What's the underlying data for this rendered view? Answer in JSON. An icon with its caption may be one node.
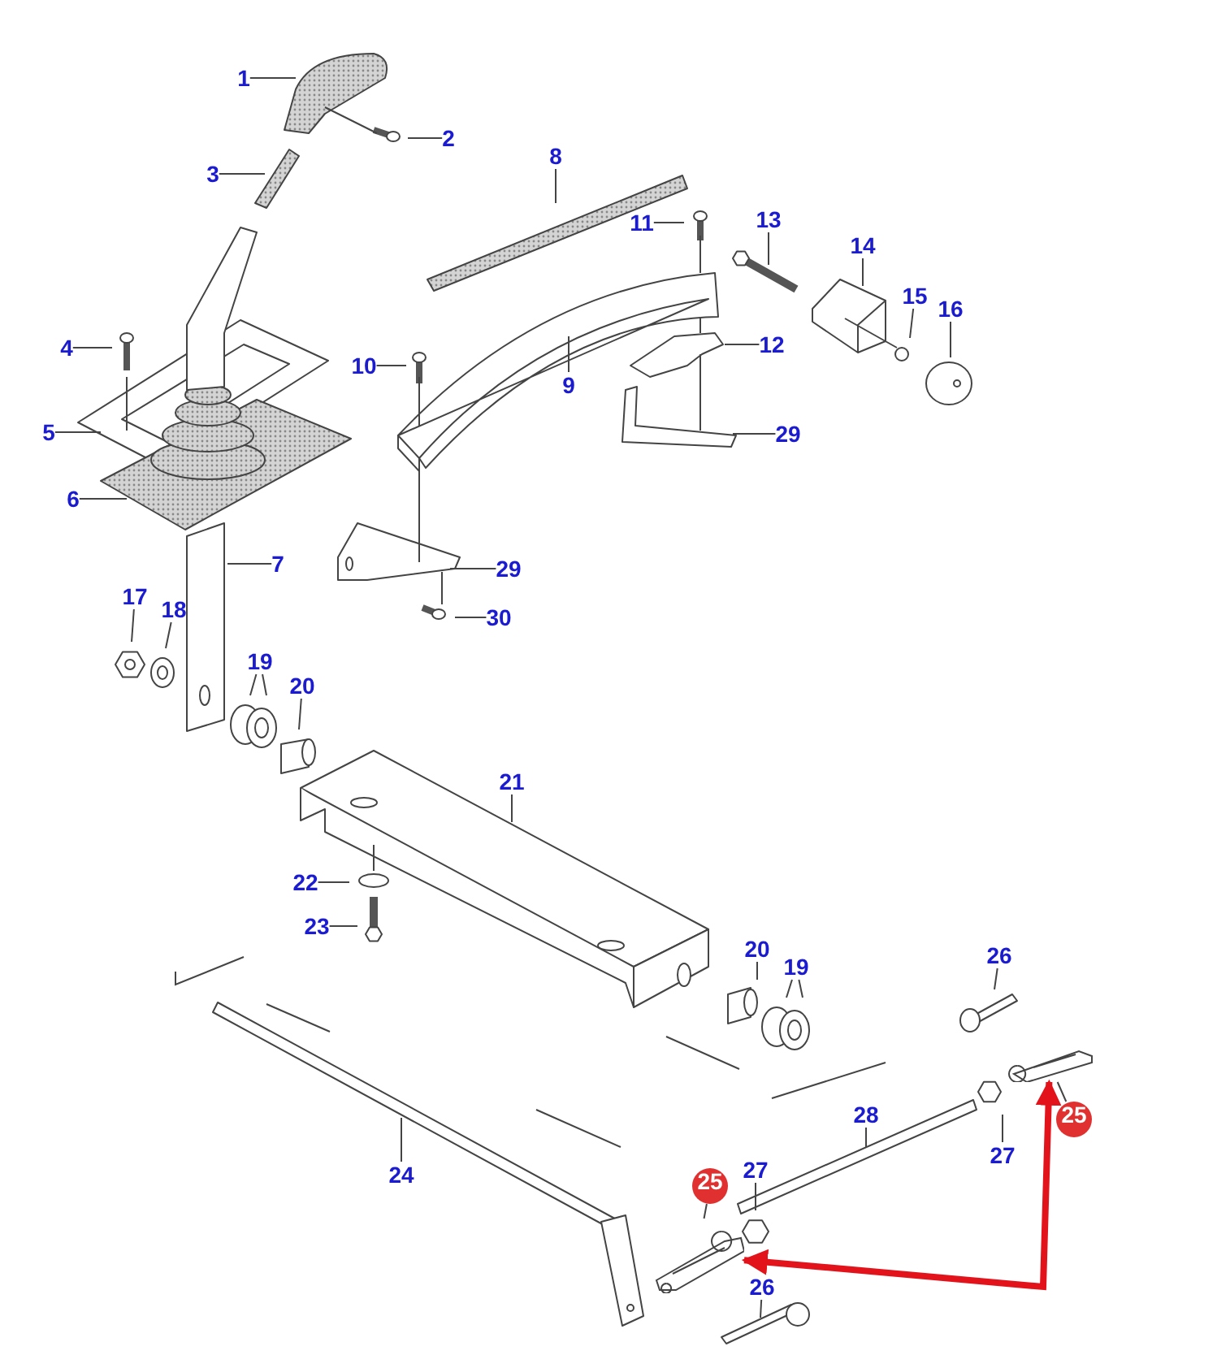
{
  "diagram": {
    "nodes": [
      {
        "text": [
          "1"
        ]
      },
      {
        "text": [
          "2"
        ]
      },
      {
        "text": [
          "3"
        ]
      },
      {
        "text": [
          "8"
        ]
      },
      {
        "text": [
          "11"
        ]
      },
      {
        "text": [
          "13"
        ]
      },
      {
        "text": [
          "14"
        ]
      },
      {
        "text": [
          "15"
        ]
      },
      {
        "text": [
          "16"
        ]
      },
      {
        "text": [
          "12"
        ]
      },
      {
        "text": [
          "4"
        ]
      },
      {
        "text": [
          "10"
        ]
      },
      {
        "text": [
          "9"
        ]
      },
      {
        "text": [
          "5"
        ]
      },
      {
        "text": [
          "29"
        ]
      },
      {
        "text": [
          "6"
        ]
      },
      {
        "text": [
          "7"
        ]
      },
      {
        "text": [
          "29"
        ]
      },
      {
        "text": [
          "17"
        ]
      },
      {
        "text": [
          "18"
        ]
      },
      {
        "text": [
          "30"
        ]
      },
      {
        "text": [
          "19"
        ]
      },
      {
        "text": [
          "20"
        ]
      },
      {
        "text": [
          "21"
        ]
      },
      {
        "text": [
          "22"
        ]
      },
      {
        "text": [
          "23"
        ]
      },
      {
        "text": [
          "20"
        ]
      },
      {
        "text": [
          "19"
        ]
      },
      {
        "text": [
          "26"
        ]
      },
      {
        "text": [
          "28"
        ]
      },
      {
        "text": [
          "25"
        ]
      },
      {
        "text": [
          "24"
        ]
      },
      {
        "text": [
          "27"
        ]
      },
      {
        "text": [
          "27"
        ]
      },
      {
        "text": [
          "25"
        ]
      },
      {
        "text": [
          "26"
        ]
      },
      {
        "text": [],
        "shape": "picture"
      },
      {
        "text": [],
        "shape": "picture"
      }
    ],
    "edges": [
      {
        "from": 0,
        "to": null,
        "arrow": "none"
      },
      {
        "from": 1,
        "to": null,
        "arrow": "none"
      },
      {
        "from": 2,
        "to": null,
        "arrow": "none"
      },
      {
        "from": 3,
        "to": null,
        "arrow": "none"
      },
      {
        "from": 4,
        "to": null,
        "arrow": "none"
      },
      {
        "from": 5,
        "to": null,
        "arrow": "none"
      },
      {
        "from": 6,
        "to": null,
        "arrow": "none"
      },
      {
        "from": 7,
        "to": null,
        "arrow": "none"
      },
      {
        "from": 8,
        "to": null,
        "arrow": "none"
      },
      {
        "from": 9,
        "to": null,
        "arrow": "none"
      },
      {
        "from": 10,
        "to": null,
        "arrow": "none"
      },
      {
        "from": 11,
        "to": null,
        "arrow": "none"
      },
      {
        "from": 12,
        "to": null,
        "arrow": "none"
      },
      {
        "from": 13,
        "to": null,
        "arrow": "none"
      },
      {
        "from": 14,
        "to": null,
        "arrow": "none"
      },
      {
        "from": 15,
        "to": null,
        "arrow": "none"
      },
      {
        "from": 16,
        "to": null,
        "arrow": "none"
      },
      {
        "from": 17,
        "to": null,
        "arrow": "none"
      },
      {
        "from": 18,
        "to": null,
        "arrow": "none"
      },
      {
        "from": 19,
        "to": null,
        "arrow": "none"
      },
      {
        "from": 20,
        "to": null,
        "arrow": "none"
      },
      {
        "from": 21,
        "to": null,
        "arrow": "none"
      },
      {
        "from": 21,
        "to": null,
        "arrow": "none"
      },
      {
        "from": 22,
        "to": null,
        "arrow": "none"
      },
      {
        "from": 23,
        "to": null,
        "arrow": "none"
      },
      {
        "from": 24,
        "to": null,
        "arrow": "none"
      },
      {
        "from": 25,
        "to": null,
        "arrow": "none"
      },
      {
        "from": 26,
        "to": null,
        "arrow": "none"
      },
      {
        "from": 27,
        "to": null,
        "arrow": "none"
      },
      {
        "from": 27,
        "to": null,
        "arrow": "none"
      },
      {
        "from": 28,
        "to": null,
        "arrow": "none"
      },
      {
        "from": 29,
        "to": null,
        "arrow": "none"
      },
      {
        "from": 30,
        "to": 36,
        "arrow": "none"
      },
      {
        "from": 31,
        "to": null,
        "arrow": "none"
      },
      {
        "from": 32,
        "to": null,
        "arrow": "none"
      },
      {
        "from": 33,
        "to": null,
        "arrow": "none"
      },
      {
        "from": 34,
        "to": 37,
        "arrow": "none"
      },
      {
        "from": 35,
        "to": null,
        "arrow": "none"
      },
      {
        "from": 36,
        "to": 37,
        "arrow": "both",
        "style": "thick",
        "color": "#e3131b"
      }
    ]
  }
}
